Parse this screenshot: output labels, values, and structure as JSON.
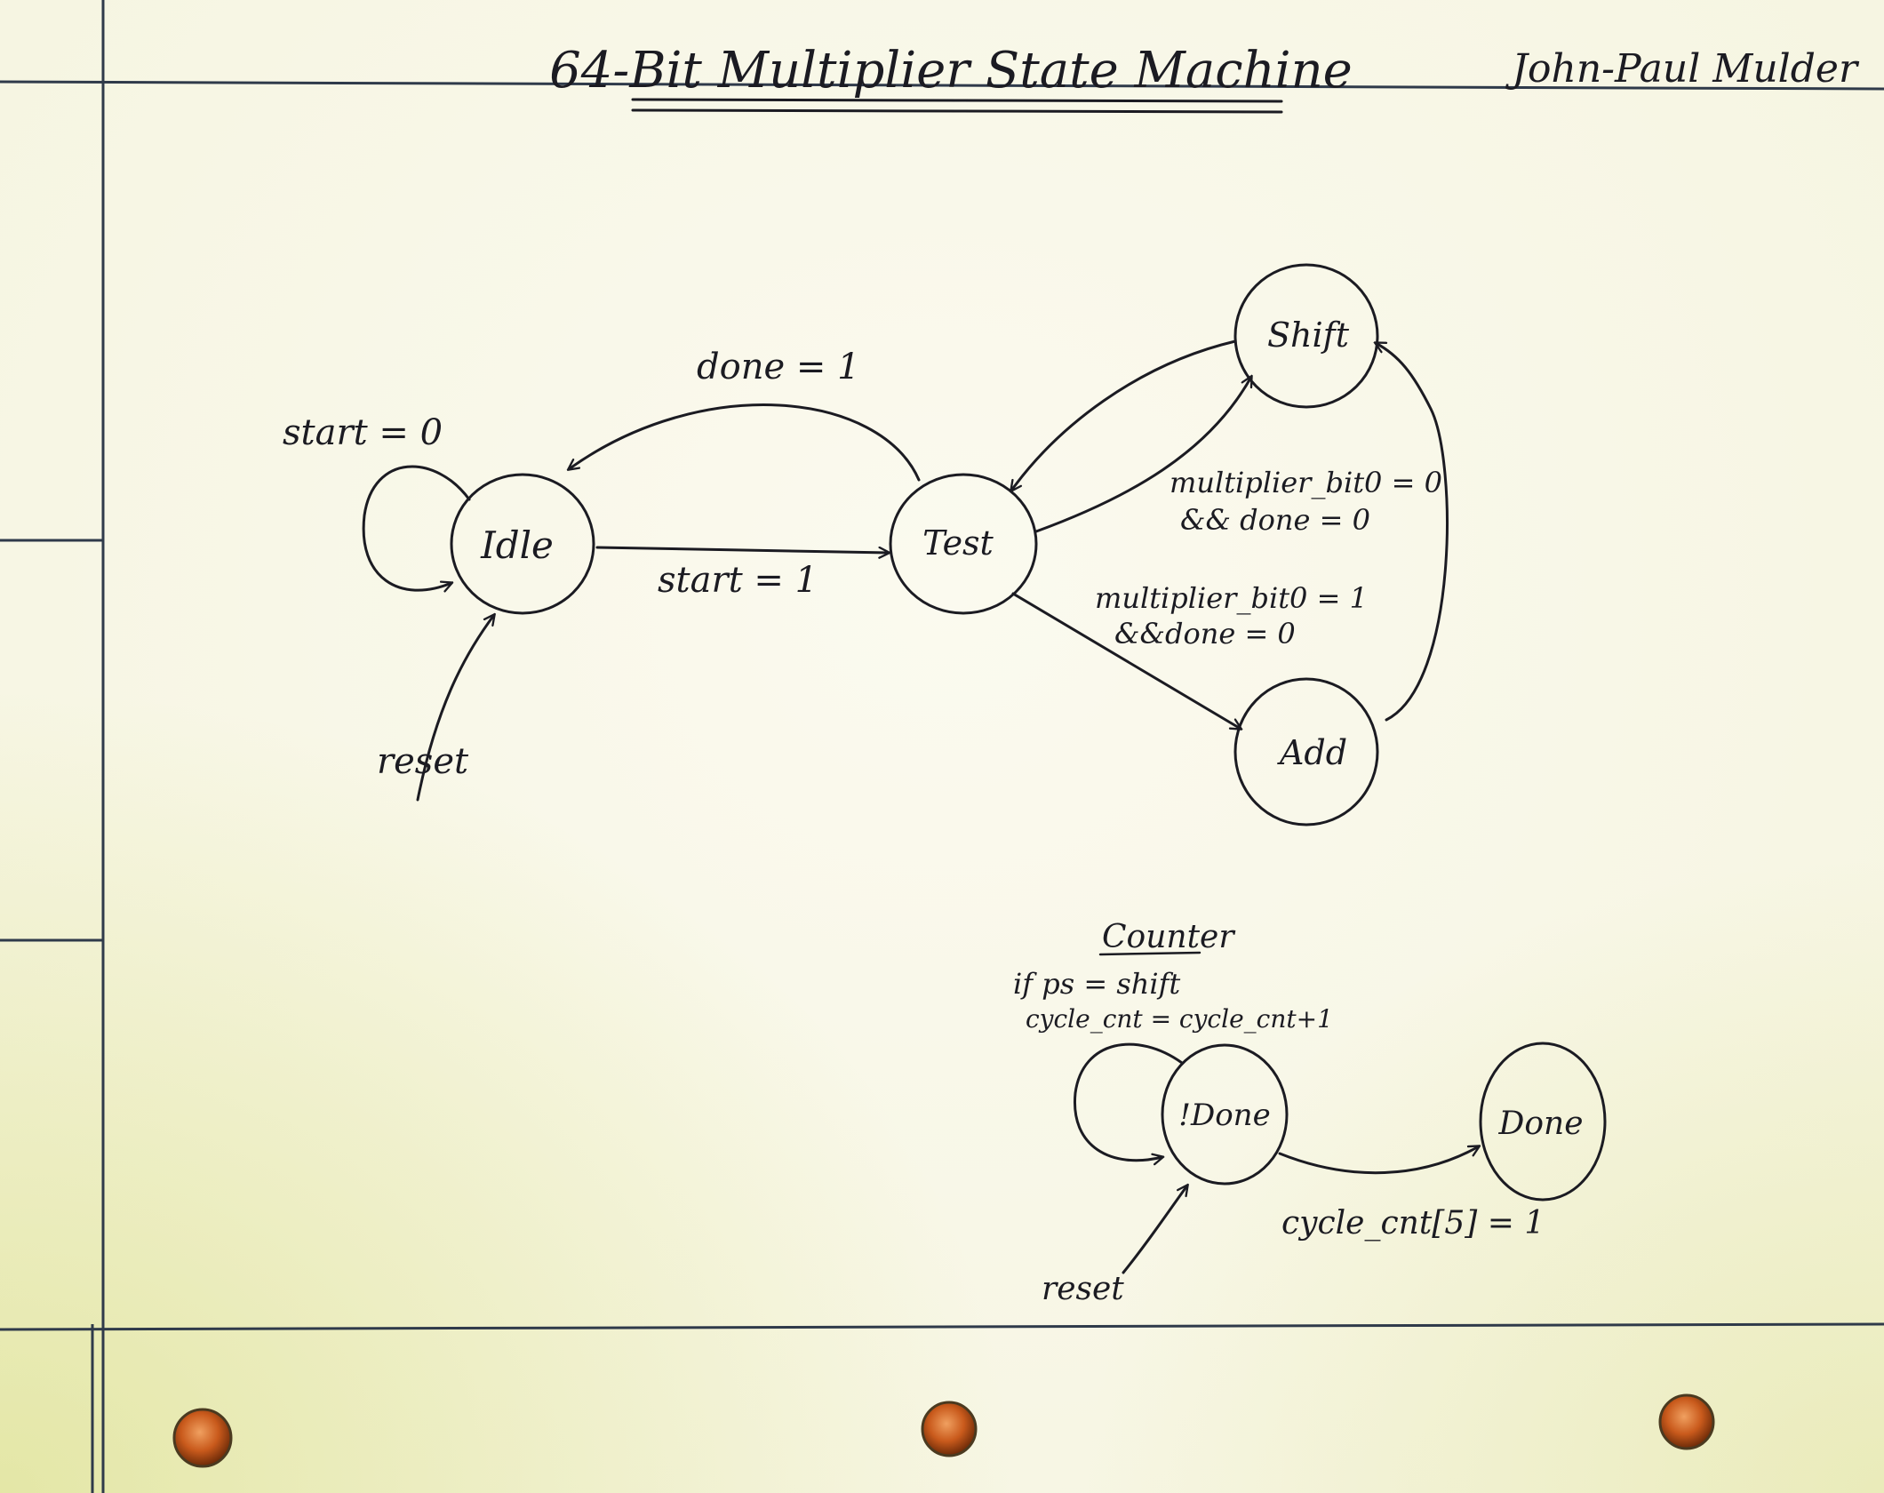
{
  "header": {
    "title": "64-Bit Multiplier State Machine",
    "author": "John-Paul Mulder"
  },
  "main_fsm": {
    "states": {
      "idle": "Idle",
      "test": "Test",
      "shift": "Shift",
      "add": "Add"
    },
    "transitions": {
      "idle_self": "start = 0",
      "idle_to_test": "start = 1",
      "test_to_idle": "done = 1",
      "test_to_shift_1": "multiplier_bit0 = 0",
      "test_to_shift_2": "&& done = 0",
      "test_to_add_1": "multiplier_bit0 = 1",
      "test_to_add_2": "&&done = 0",
      "reset": "reset"
    }
  },
  "counter_fsm": {
    "heading": "Counter",
    "self_loop_1": "if ps = shift",
    "self_loop_2": "cycle_cnt = cycle_cnt+1",
    "states": {
      "not_done": "!Done",
      "done": "Done"
    },
    "transitions": {
      "to_done": "cycle_cnt[5] = 1",
      "reset": "reset"
    }
  },
  "colors": {
    "paper": "#f8f7e6",
    "ink": "#1b1b22",
    "rule": "#2f3a4a",
    "hole": "#c95a1c"
  }
}
